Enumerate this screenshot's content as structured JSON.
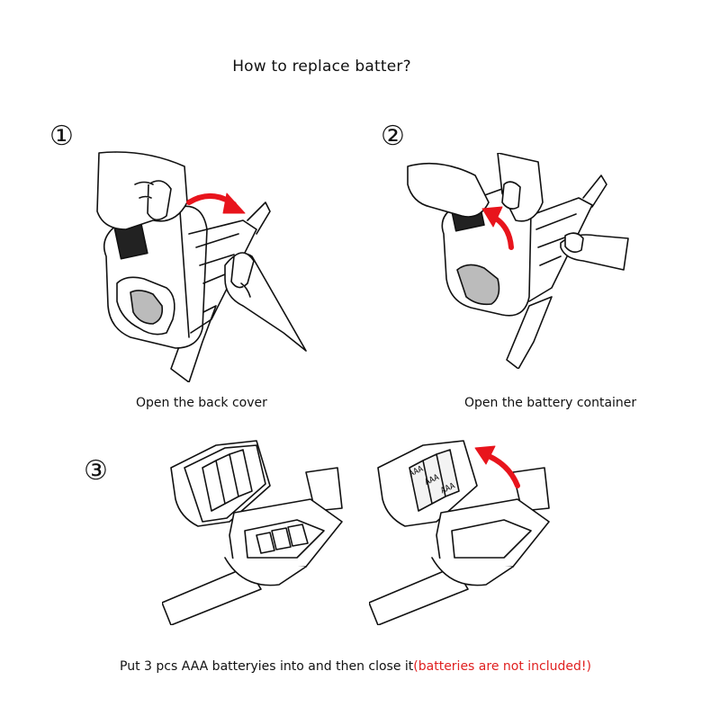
{
  "title": "How to replace batter?",
  "steps": [
    {
      "number": "①",
      "caption": "Open the back cover"
    },
    {
      "number": "②",
      "caption": "Open the battery container"
    },
    {
      "number": "③",
      "caption": ""
    }
  ],
  "battery_labels": [
    "AAA",
    "AAA",
    "AAA"
  ],
  "final_instruction": "Put 3 pcs AAA batteryies into and then close it",
  "warning_text": "(batteries are not included!)",
  "colors": {
    "arrow": "#e8141c",
    "warning": "#e02020",
    "line": "#111111"
  },
  "icons": [
    "hand-icon",
    "red-arrow-icon",
    "device-icon",
    "battery-compartment-icon",
    "wrist-strap-icon"
  ]
}
